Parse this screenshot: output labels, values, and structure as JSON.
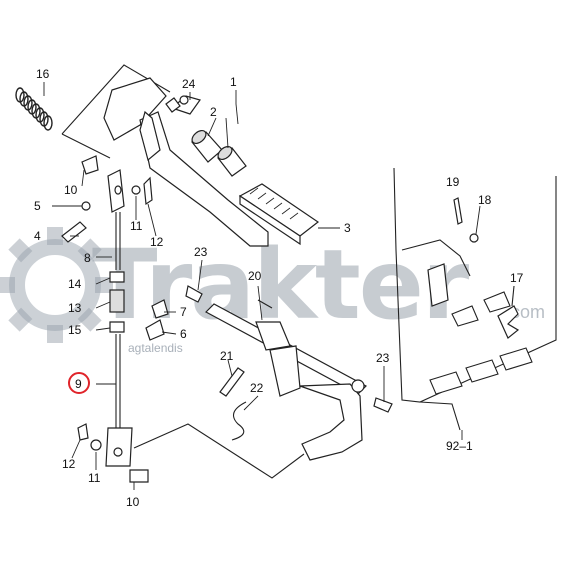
{
  "watermark": {
    "brand": "Trakter",
    "suffix": ".com",
    "tagline": "agtalendis",
    "color": "#9aa3ad",
    "icon": "gear-icon"
  },
  "callouts": {
    "c1": "1",
    "c2": "2",
    "c3": "3",
    "c4": "4",
    "c5": "5",
    "c6": "6",
    "c7": "7",
    "c8": "8",
    "c9": "9",
    "c10a": "10",
    "c10b": "10",
    "c11a": "11",
    "c11b": "11",
    "c12a": "12",
    "c12b": "12",
    "c13": "13",
    "c14": "14",
    "c15": "15",
    "c16": "16",
    "c17": "17",
    "c18": "18",
    "c19": "19",
    "c20": "20",
    "c21": "21",
    "c22": "22",
    "c23a": "23",
    "c23b": "23",
    "c24": "24",
    "c92": "92–1"
  },
  "highlight": {
    "label": "9",
    "color": "#e0242a"
  }
}
